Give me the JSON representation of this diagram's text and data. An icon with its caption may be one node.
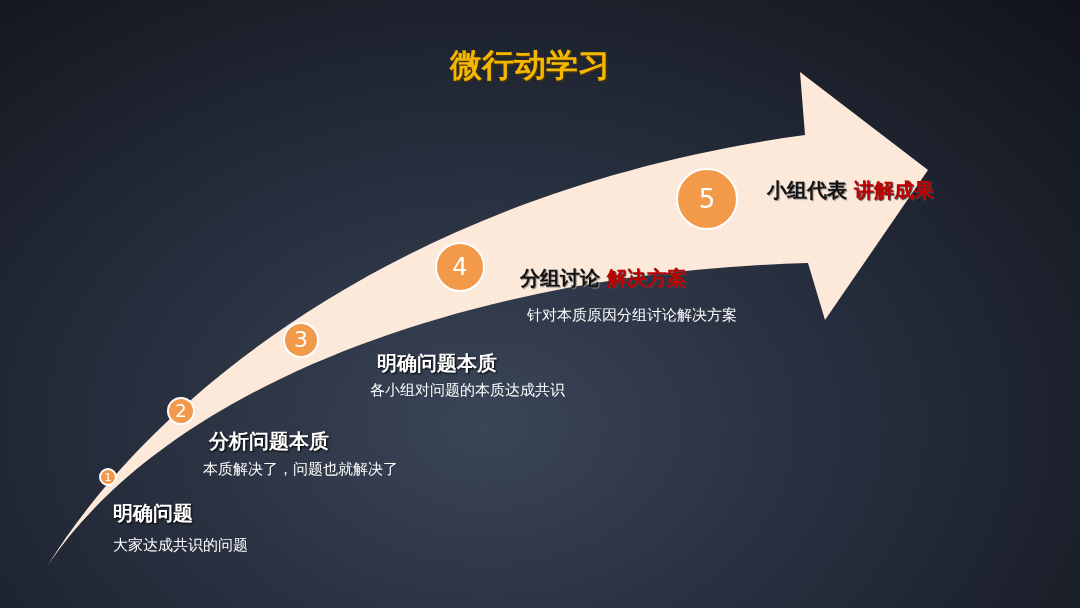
{
  "diagram": {
    "title": "微行动学习",
    "nodes": [
      {
        "text": [
          "1"
        ],
        "beside": [
          "明确问题",
          "大家达成共识的问题"
        ]
      },
      {
        "text": [
          "2"
        ],
        "beside": [
          "分析问题本质",
          "本质解决了，问题也就解决了"
        ]
      },
      {
        "text": [
          "3"
        ],
        "beside": [
          "明确问题本质",
          "各小组对问题的本质达成共识"
        ]
      },
      {
        "text": [
          "4"
        ],
        "beside": [
          "分组讨论",
          "解决方案",
          "针对本质原因分组讨论解决方案"
        ]
      },
      {
        "text": [
          "5"
        ],
        "beside": [
          "小组代表",
          "讲解成果"
        ]
      }
    ]
  }
}
